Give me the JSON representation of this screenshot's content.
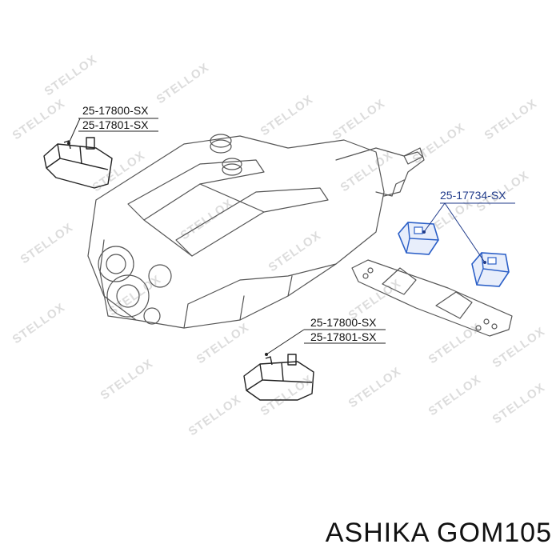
{
  "watermark": {
    "text": "STELLOX"
  },
  "parts": {
    "mount_top_left": {
      "line1": "25-17800-SX",
      "line2": "25-17801-SX"
    },
    "mount_bottom": {
      "line1": "25-17800-SX",
      "line2": "25-17801-SX"
    },
    "transmission_mount": {
      "label": "25-17734-SX"
    }
  },
  "caption": {
    "text": "ASHIKA GOM105"
  },
  "colors": {
    "highlight": "#2b5fc7",
    "label_highlight": "#1f3a8a",
    "line": "#555555",
    "watermark": "#dcdcdc"
  }
}
